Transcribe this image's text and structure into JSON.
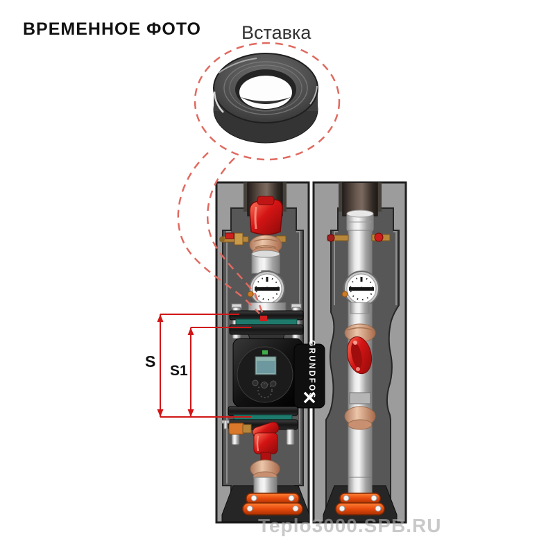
{
  "header": {
    "title": "ВРЕМЕННОЕ ФОТО",
    "color": "#121212"
  },
  "callout": {
    "label": "Вставка",
    "line_color": "#e06a60",
    "style": "dashed"
  },
  "diagram": {
    "kind": "pump-group-with-insulation-shells",
    "insulation_color": "#9c9c9c",
    "cavity_color": "#575757",
    "gasket_color": "#1e7a6c",
    "clamp_color": "#e84e10",
    "valve_color": "#d41414",
    "pump": {
      "brand": "GRUNDFOS",
      "display_color": "#8fb4ae"
    }
  },
  "dimensions": {
    "s_label": "S",
    "s1_label": "S1",
    "color": "#d01616"
  },
  "watermark": {
    "text": "Teplo3000.SPB.RU"
  }
}
